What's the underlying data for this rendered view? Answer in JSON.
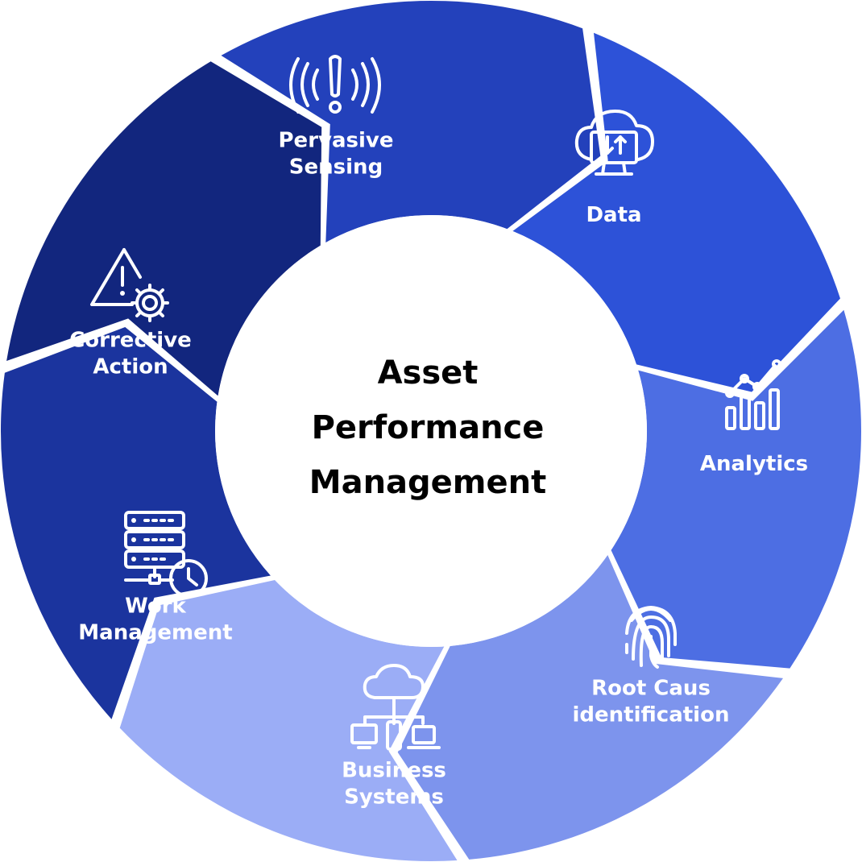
{
  "title_lines": [
    "Asset",
    "Performance",
    "Management"
  ],
  "segments": [
    {
      "id": "pervasive-sensing",
      "label_lines": [
        "Pervasive",
        "Sensing"
      ],
      "icon": "alert-signal-icon",
      "color": "#2341bb"
    },
    {
      "id": "data",
      "label_lines": [
        "Data"
      ],
      "icon": "cloud-monitor-icon",
      "color": "#2d52d8"
    },
    {
      "id": "analytics",
      "label_lines": [
        "Analytics"
      ],
      "icon": "bar-chart-icon",
      "color": "#4d6ee3"
    },
    {
      "id": "root-cause",
      "label_lines": [
        "Root Caus",
        "identification"
      ],
      "icon": "fingerprint-icon",
      "color": "#7d94ed"
    },
    {
      "id": "business-systems",
      "label_lines": [
        "Business",
        "Systems"
      ],
      "icon": "cloud-devices-icon",
      "color": "#9badf6"
    },
    {
      "id": "work-management",
      "label_lines": [
        "Work",
        "Management"
      ],
      "icon": "server-clock-icon",
      "color": "#1b349e"
    },
    {
      "id": "corrective-action",
      "label_lines": [
        "Corrective",
        "Action"
      ],
      "icon": "warning-gear-icon",
      "color": "#12267e"
    }
  ]
}
